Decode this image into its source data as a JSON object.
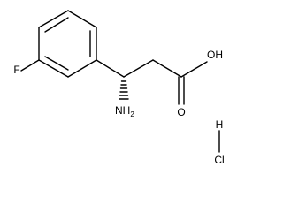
{
  "molecule": {
    "atom_labels": {
      "fluorine": "F",
      "hydroxyl": "OH",
      "oxygen": "O",
      "amine": "NH",
      "amine_subscript": "2",
      "hydrogen": "H",
      "chlorine": "Cl"
    }
  }
}
